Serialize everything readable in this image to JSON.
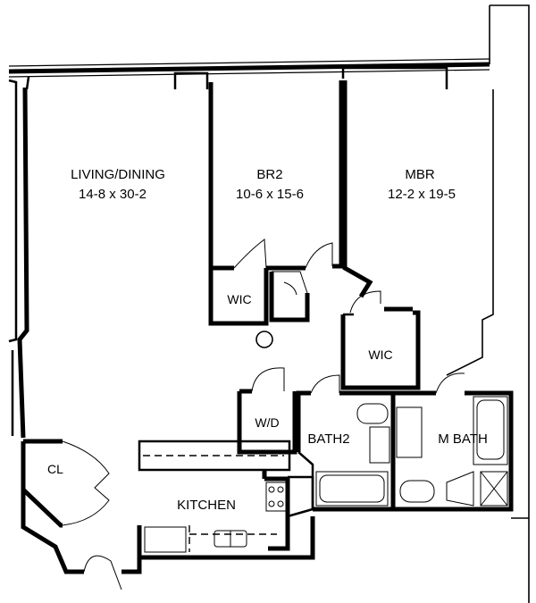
{
  "rooms": {
    "living": {
      "name": "LIVING/DINING",
      "dims": "14-8 x 30-2"
    },
    "br2": {
      "name": "BR2",
      "dims": "10-6 x 15-6"
    },
    "mbr": {
      "name": "MBR",
      "dims": "12-2 x 19-5"
    },
    "wic1": {
      "name": "WIC"
    },
    "wic2": {
      "name": "WIC"
    },
    "wd": {
      "name": "W/D"
    },
    "bath2": {
      "name": "BATH2"
    },
    "mbath": {
      "name": "M BATH"
    },
    "cl": {
      "name": "CL"
    },
    "kitchen": {
      "name": "KITCHEN"
    }
  }
}
